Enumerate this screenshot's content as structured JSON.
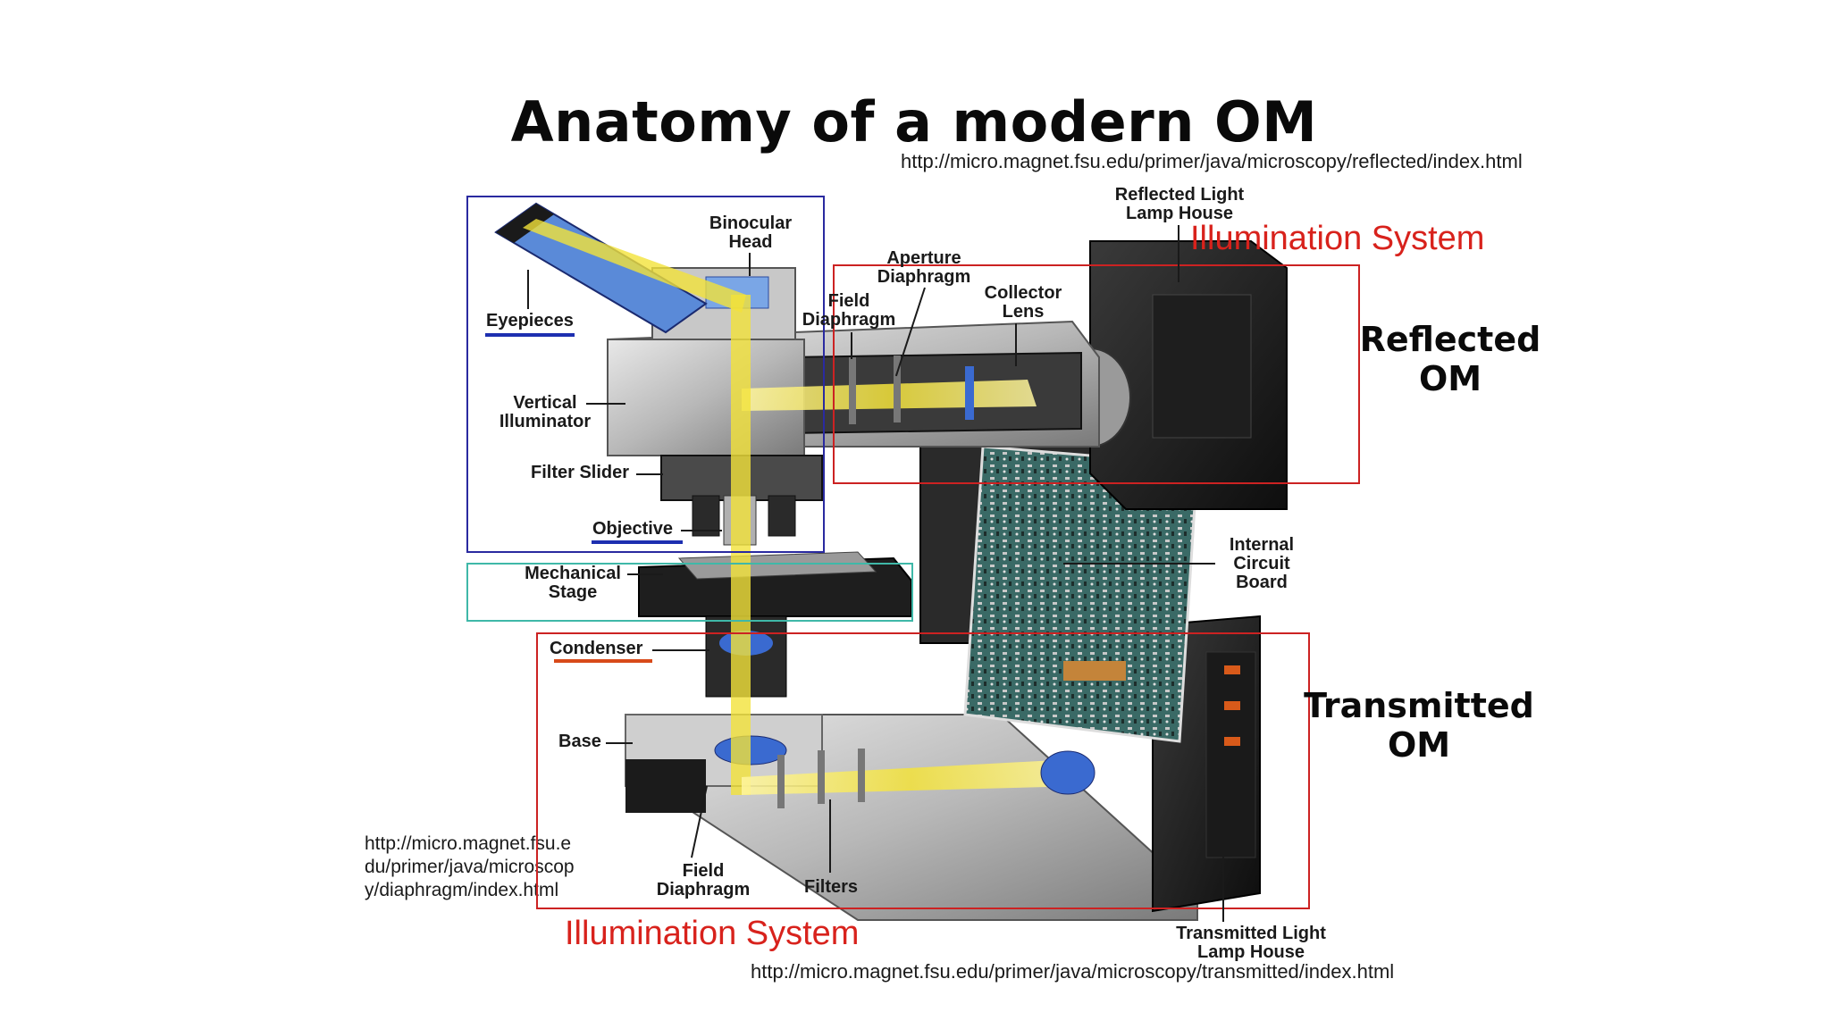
{
  "title": "Anatomy of a modern OM",
  "urls": {
    "reflected": "http://micro.magnet.fsu.edu/primer/java/microscopy/reflected/index.html",
    "transmitted": "http://micro.magnet.fsu.edu/primer/java/microscopy/transmitted/index.html",
    "diaphragm": "http://micro.magnet.fsu.e du/primer/java/microscop y/diaphragm/index.html",
    "diaphragm_lines": [
      "http://micro.magnet.fsu.e",
      "du/primer/java/microscop",
      "y/diaphragm/index.html"
    ]
  },
  "headings": {
    "illumination_top": "Illumination System",
    "illumination_bottom": "Illumination System",
    "reflected_lines": [
      "Reflected",
      "OM"
    ],
    "transmitted_lines": [
      "Transmitted",
      "OM"
    ]
  },
  "labels": {
    "binocular_head": [
      "Binocular",
      "Head"
    ],
    "eyepieces": "Eyepieces",
    "vertical_illuminator": [
      "Vertical",
      "Illuminator"
    ],
    "filter_slider": "Filter Slider",
    "objective": "Objective",
    "mechanical_stage": [
      "Mechanical",
      "Stage"
    ],
    "condenser": "Condenser",
    "base": "Base",
    "field_diaphragm_bottom": [
      "Field",
      "Diaphragm"
    ],
    "filters": "Filters",
    "reflected_lamp_house": [
      "Reflected Light",
      "Lamp House"
    ],
    "aperture_diaphragm": [
      "Aperture",
      "Diaphragm"
    ],
    "field_diaphragm_top": [
      "Field",
      "Diaphragm"
    ],
    "collector_lens": [
      "Collector",
      "Lens"
    ],
    "internal_circuit_board": [
      "Internal",
      "Circuit",
      "Board"
    ],
    "transmitted_lamp_house": [
      "Transmitted Light",
      "Lamp House"
    ]
  },
  "colors": {
    "illumination_red": "#d8221c",
    "box_blue": "#2a2aa0",
    "box_teal": "#3fb8a8",
    "box_red": "#cc2222",
    "underline_blue": "#1d2fb0",
    "underline_red": "#d84a1a",
    "light_path": "#f3e23a"
  }
}
